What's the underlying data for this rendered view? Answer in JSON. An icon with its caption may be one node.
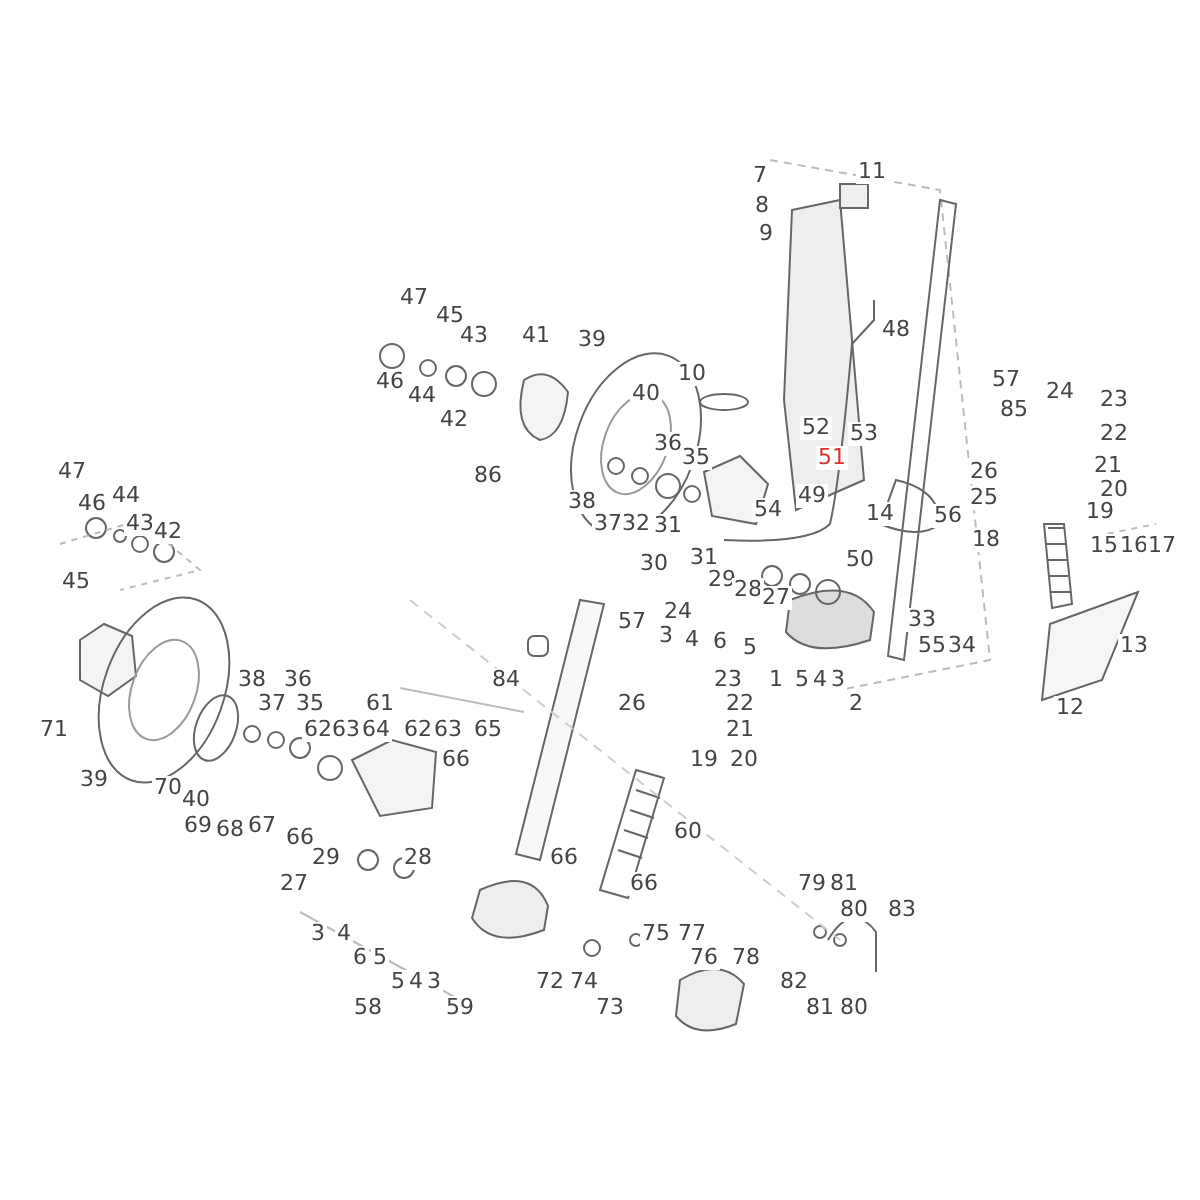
{
  "diagram": {
    "labels": [
      "7",
      "11",
      "8",
      "9",
      "48",
      "47",
      "45",
      "43",
      "41",
      "39",
      "46",
      "44",
      "42",
      "40",
      "10",
      "57",
      "24",
      "23",
      "52",
      "53",
      "85",
      "22",
      "36",
      "35",
      "51",
      "26",
      "21",
      "20",
      "86",
      "25",
      "19",
      "38",
      "37",
      "32",
      "31",
      "49",
      "54",
      "14",
      "56",
      "18",
      "15",
      "16",
      "17",
      "30",
      "31",
      "50",
      "29",
      "28",
      "27",
      "47",
      "46",
      "44",
      "43",
      "42",
      "45",
      "33",
      "55",
      "34",
      "13",
      "24",
      "57",
      "3",
      "4",
      "6",
      "5",
      "38",
      "36",
      "84",
      "23",
      "1",
      "5",
      "4",
      "3",
      "37",
      "35",
      "61",
      "26",
      "22",
      "2",
      "12",
      "71",
      "62",
      "63",
      "64",
      "62",
      "63",
      "65",
      "21",
      "66",
      "19",
      "20",
      "39",
      "70",
      "40",
      "69",
      "68",
      "67",
      "66",
      "60",
      "29",
      "28",
      "66",
      "27",
      "66",
      "79",
      "81",
      "80",
      "83",
      "3",
      "4",
      "75",
      "77",
      "6",
      "5",
      "76",
      "78",
      "5",
      "4",
      "3",
      "72",
      "74",
      "82",
      "58",
      "59",
      "73",
      "81",
      "80"
    ]
  }
}
